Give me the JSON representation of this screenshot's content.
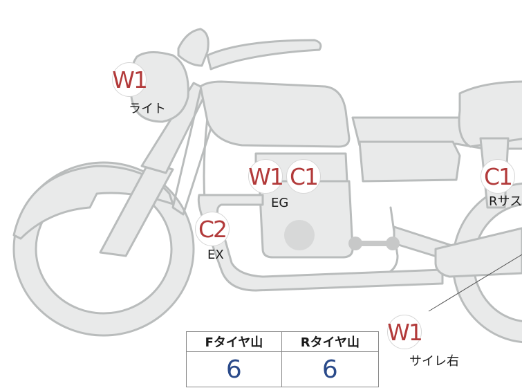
{
  "colors": {
    "body_fill": "#e9eaea",
    "body_stroke": "#b9bcbc",
    "marker_text": "#b23a3a",
    "value_text": "#2a4a8a"
  },
  "markers": [
    {
      "code": "W1",
      "label": "ライト"
    },
    {
      "code": "W1",
      "label": "EG"
    },
    {
      "code": "C1",
      "label": ""
    },
    {
      "code": "C2",
      "label": "EX"
    },
    {
      "code": "C1",
      "label": "Rサス"
    },
    {
      "code": "W1",
      "label": "サイレ右"
    }
  ],
  "tire_table": {
    "headers": [
      "Fタイヤ山",
      "Rタイヤ山"
    ],
    "values": [
      "6",
      "6"
    ]
  }
}
